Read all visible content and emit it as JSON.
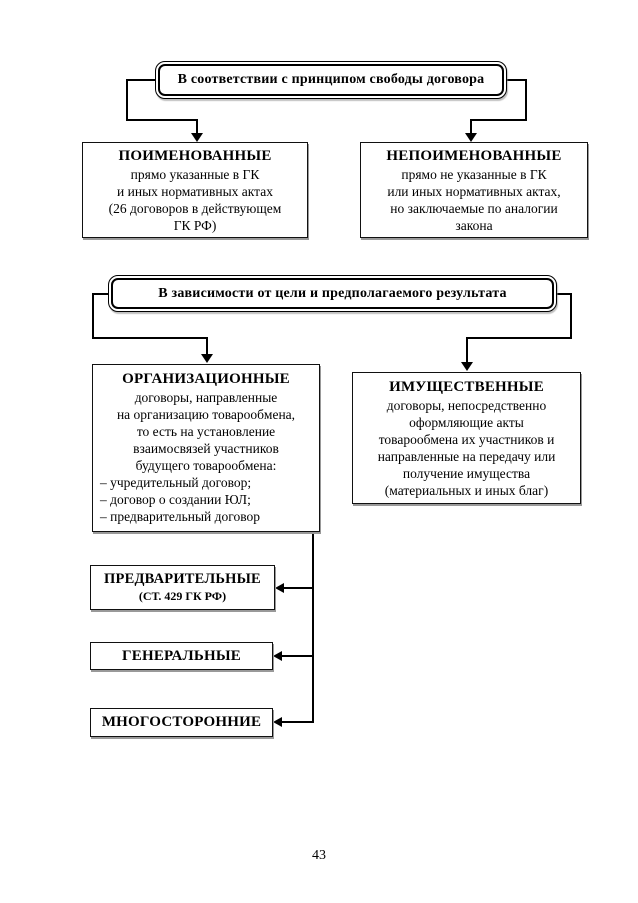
{
  "page_number": "43",
  "colors": {
    "background": "#ffffff",
    "text": "#000000",
    "line": "#000000"
  },
  "diagram": {
    "classification1": {
      "title": "В соответствии с принципом свободы договора",
      "named": {
        "heading": "ПОИМЕНОВАННЫЕ",
        "body": "прямо указанные в ГК\nи иных нормативных актах\n(26 договоров в действующем\nГК РФ)"
      },
      "unnamed": {
        "heading": "НЕПОИМЕНОВАННЫЕ",
        "body": "прямо не указанные в ГК\nили иных нормативных актах,\nно заключаемые по аналогии\nзакона"
      }
    },
    "classification2": {
      "title": "В зависимости от цели и предполагаемого результата",
      "organizational": {
        "heading": "ОРГАНИЗАЦИОННЫЕ",
        "body": "договоры, направленные\nна организацию товарообмена,\nто есть на установление\nвзаимосвязей участников\nбудущего товарообмена:",
        "list": "– учредительный договор;\n– договор о создании ЮЛ;\n– предварительный договор"
      },
      "property": {
        "heading": "ИМУЩЕСТВЕННЫЕ",
        "body": "договоры, непосредственно\nоформляющие акты\nтоварообмена их участников и\nнаправленные на передачу или\nполучение имущества\n(материальных и иных благ)"
      },
      "subtypes": [
        {
          "label": "ПРЕДВАРИТЕЛЬНЫЕ",
          "sublabel": "(СТ. 429 ГК РФ)"
        },
        {
          "label": "ГЕНЕРАЛЬНЫЕ",
          "sublabel": ""
        },
        {
          "label": "МНОГОСТОРОННИЕ",
          "sublabel": ""
        }
      ]
    }
  }
}
